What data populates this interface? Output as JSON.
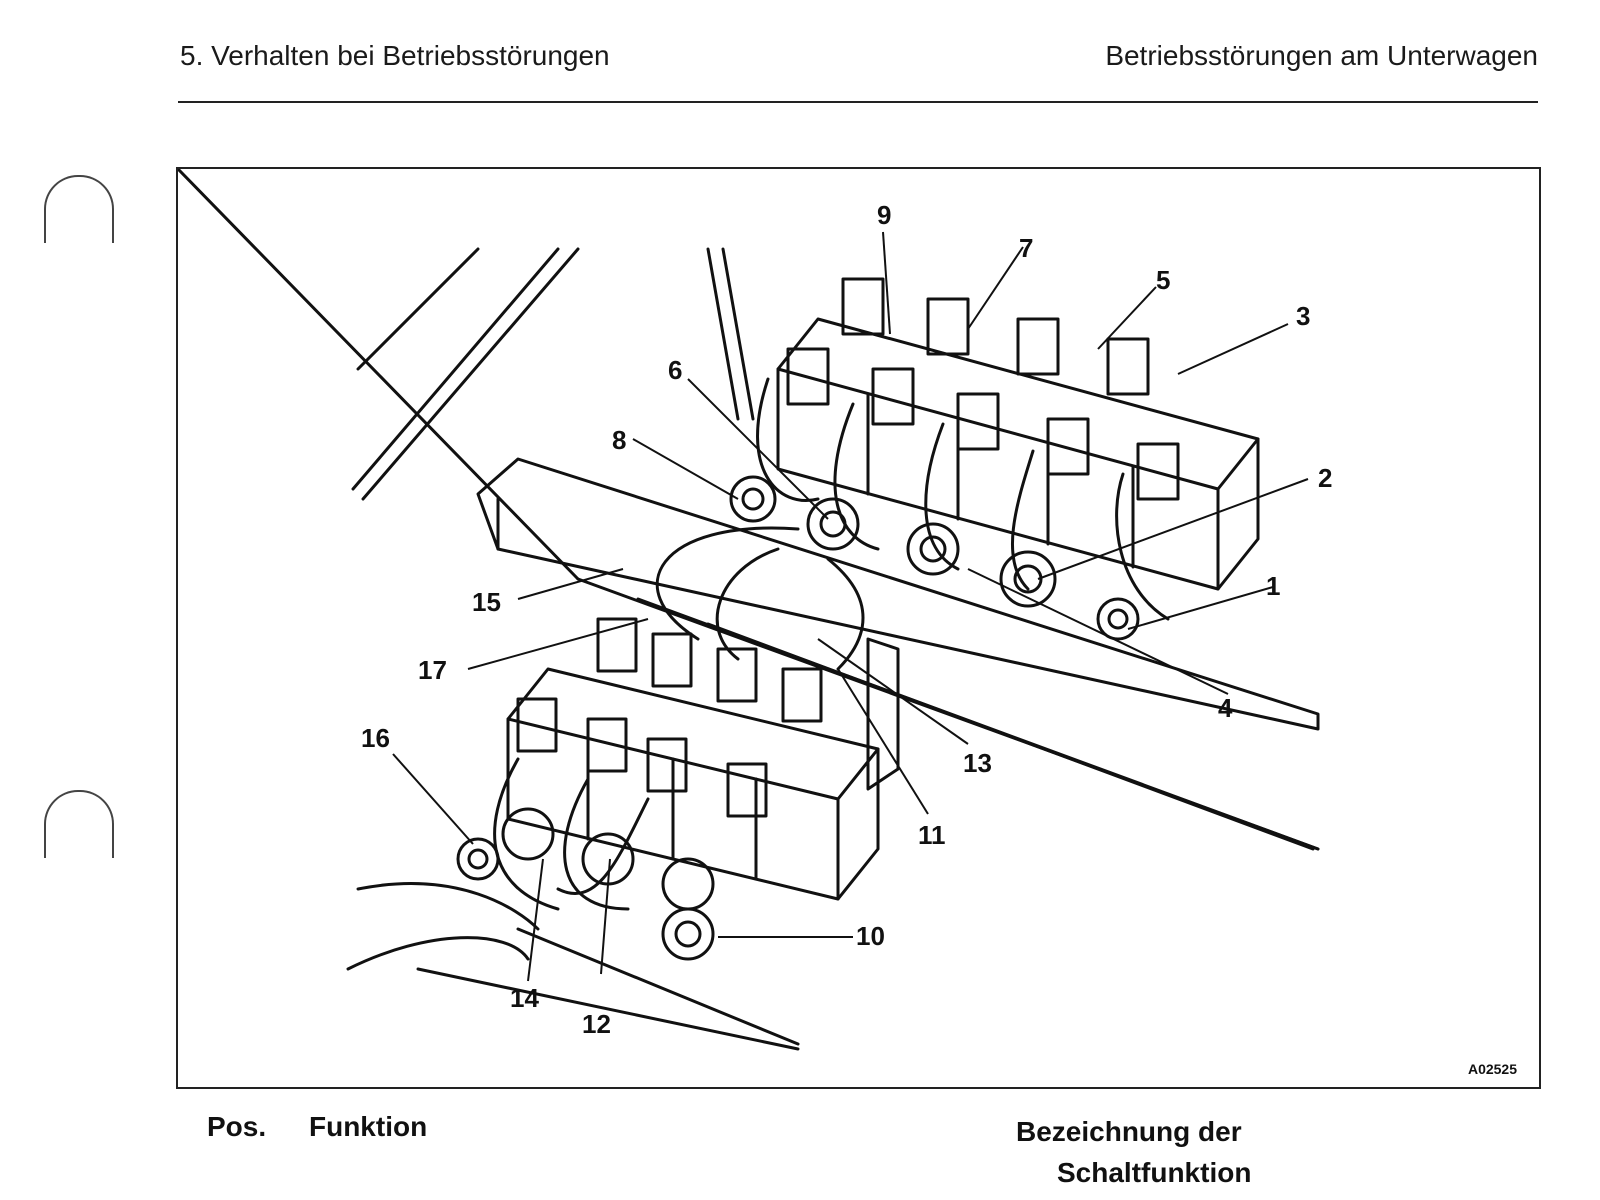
{
  "header": {
    "left": "5. Verhalten bei Betriebsstörungen",
    "right": "Betriebsstörungen am Unterwagen"
  },
  "figure": {
    "code": "A02525",
    "callouts": [
      "1",
      "2",
      "3",
      "4",
      "5",
      "6",
      "7",
      "8",
      "9",
      "10",
      "11",
      "12",
      "13",
      "14",
      "15",
      "16",
      "17"
    ]
  },
  "table_header": {
    "pos": "Pos.",
    "funktion": "Funktion",
    "bezeichnung_line1": "Bezeichnung der",
    "bezeichnung_line2": "Schaltfunktion"
  }
}
